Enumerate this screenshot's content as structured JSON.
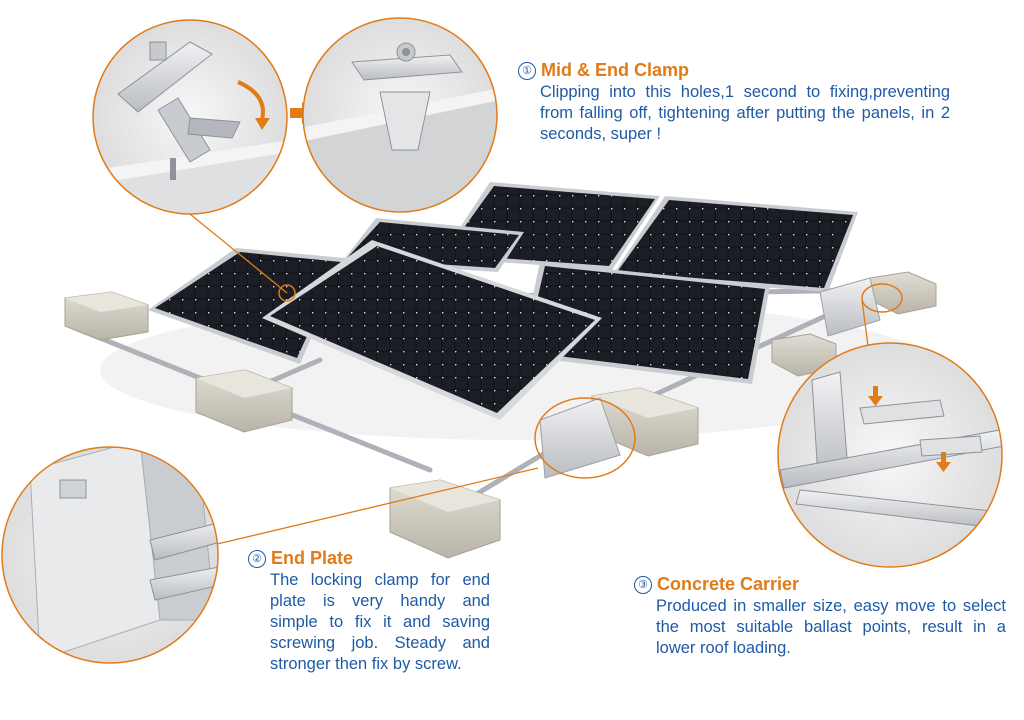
{
  "callouts": {
    "clamp": {
      "number": "①",
      "title": "Mid & End Clamp",
      "text": "Clipping into this holes,1 second to fixing,preventing from falling off, tightening after putting the panels, in 2 seconds, super !"
    },
    "end_plate": {
      "number": "②",
      "title": "End Plate",
      "text": "The locking clamp for end plate is very handy and simple to fix it and saving screwing job. Steady and stronger then fix by screw."
    },
    "carrier": {
      "number": "③",
      "title": "Concrete Carrier",
      "text": "Produced in smaller size, easy move to select the most suitable ballast points, result in a lower roof loading."
    }
  },
  "colors": {
    "accent_orange": "#e07b18",
    "text_blue": "#1f5aa6",
    "panel_dark": "#15171c",
    "frame_silver": "#c9ccd0",
    "concrete": "#d4d0c6"
  }
}
